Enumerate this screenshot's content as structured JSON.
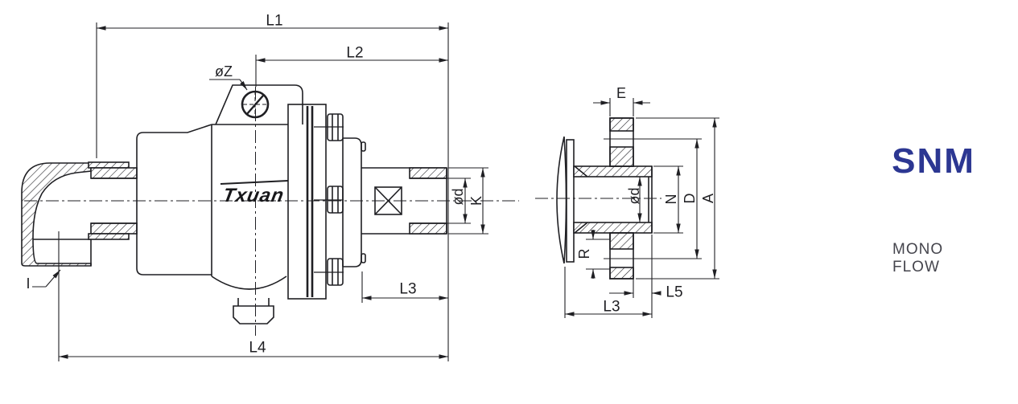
{
  "colors": {
    "accent": "#2c3792",
    "line": "#1f1f23",
    "subtitle": "#45454d"
  },
  "header": {
    "model": "SNM",
    "series_note": "MONO FLOW"
  },
  "brand_logo": "Txuan",
  "left_view": {
    "name": "rotary joint side section view",
    "dims": {
      "l1": "L1",
      "l2": "L2",
      "z": "øZ",
      "d": "ød",
      "k": "K",
      "l3": "L3",
      "l4": "L4",
      "inlet": "I"
    }
  },
  "right_view": {
    "name": "rotor flange section view",
    "dims": {
      "e": "E",
      "d": "ød",
      "n": "N",
      "dd": "D",
      "a": "A",
      "r": "R",
      "l5": "L5",
      "l3": "L3"
    }
  }
}
